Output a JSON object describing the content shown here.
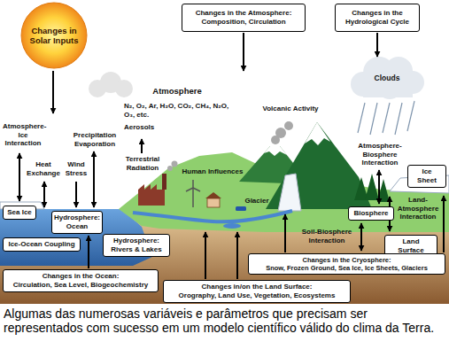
{
  "diagram": {
    "caption": "Algumas das numerosas variáveis e parâmetros que precisam ser representados com sucesso em um modelo científico válido do clima da Terra.",
    "nodes": [
      {
        "text": [
          "Changes in Solar Inputs"
        ]
      },
      {
        "text": [
          "Changes in the Atmosphere:",
          "Composition, Circulation"
        ]
      },
      {
        "text": [
          "Changes in the Hydrological Cycle"
        ]
      },
      {
        "text": [
          "Ice Sheet"
        ]
      },
      {
        "text": [
          "Sea Ice"
        ]
      },
      {
        "text": [
          "Biosphere"
        ]
      },
      {
        "text": [
          "Hydrosphere:",
          "Ocean"
        ]
      },
      {
        "text": [
          "Land Surface"
        ]
      },
      {
        "text": [
          "Ice-Ocean Coupling"
        ]
      },
      {
        "text": [
          "Hydrosphere:",
          "Rivers & Lakes"
        ]
      },
      {
        "text": [
          "Changes in the Cryosphere:",
          "Snow, Frozen Ground, Sea Ice, Ice Sheets, Glaciers"
        ]
      },
      {
        "text": [
          "Changes in the Ocean:",
          "Circulation, Sea Level, Biogeochemistry"
        ]
      },
      {
        "text": [
          "Changes in/on the Land Surface:",
          "Orography, Land Use, Vegetation, Ecosystems"
        ]
      }
    ],
    "labels": [
      "Atmosphere",
      "N₂, O₂, Ar, H₂O, CO₂, CH₄, N₂O, O₃, etc.",
      "Aerosols",
      "Clouds",
      "Volcanic Activity",
      "Atmosphere-Ice Interaction",
      "Heat Exchange",
      "Wind Stress",
      "Precipitation Evaporation",
      "Terrestrial Radiation",
      "Human Influences",
      "Atmosphere-Biosphere Interaction",
      "Glacier",
      "Land-Atmosphere Interaction",
      "Soil-Biosphere Interaction"
    ]
  }
}
